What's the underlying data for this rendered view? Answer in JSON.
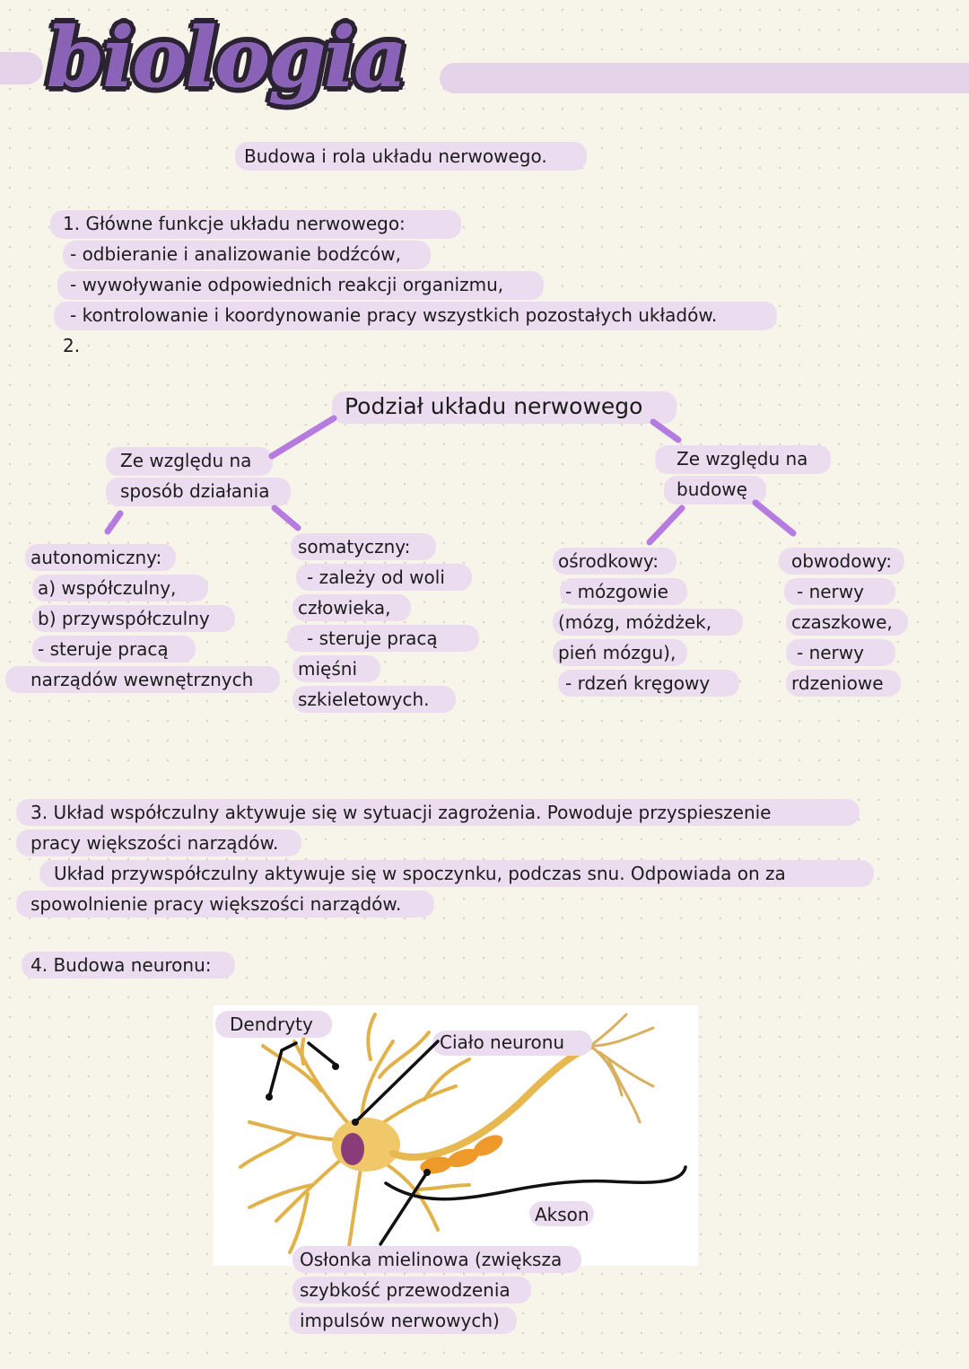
{
  "header": {
    "title": "biologia",
    "subtitle": "Budowa i rola układu nerwowego."
  },
  "section1": {
    "heading": "1.  Główne funkcje układu nerwowego:",
    "items": [
      "- odbieranie i analizowanie bodźców,",
      "- wywoływanie odpowiednich reakcji organizmu,",
      "- kontrolowanie i koordynowanie pracy wszystkich pozostałych układów."
    ],
    "number2": "2."
  },
  "diagram": {
    "root": "Podział układu nerwowego",
    "left_branch": {
      "line1": "Ze względu na",
      "line2": "sposób działania"
    },
    "right_branch": {
      "line1": "Ze względu na",
      "line2": "budowę"
    },
    "autonomiczny": [
      "autonomiczny:",
      "a) współczulny,",
      "b) przywspółczulny",
      "- steruje pracą",
      "narządów wewnętrznych"
    ],
    "somatyczny": [
      "somatyczny:",
      "- zależy od woli",
      "człowieka,",
      "- steruje pracą",
      "mięśni",
      "szkieletowych."
    ],
    "osrodkowy": [
      "ośrodkowy:",
      "- mózgowie",
      "(mózg, móżdżek,",
      "pień mózgu),",
      "- rdzeń kręgowy"
    ],
    "obwodowy": [
      "obwodowy:",
      "- nerwy",
      "czaszkowe,",
      "- nerwy",
      "rdzeniowe"
    ]
  },
  "section3": {
    "lines": [
      "3.  Układ współczulny aktywuje się w sytuacji zagrożenia. Powoduje przyspieszenie",
      "pracy większości narządów.",
      "Układ przywspółczulny aktywuje się w spoczynku, podczas snu. Odpowiada on za",
      "spowolnienie pracy większości narządów."
    ]
  },
  "section4": {
    "heading": "4. Budowa neuronu:",
    "labels": {
      "dendrites": "Dendryty",
      "body": "Ciało neuronu",
      "axon": "Akson",
      "myelin1": "Osłonka mielinowa (zwiększa",
      "myelin2": "szybkość przewodzenia",
      "myelin3": "impulsów nerwowych)"
    }
  },
  "colors": {
    "accent": "#b57be0",
    "highlight": "#ecdcf0",
    "title": "#8a63b8",
    "neuron": "#e8b850",
    "myelin": "#ee9a2a",
    "nucleus": "#8a3c7a"
  }
}
